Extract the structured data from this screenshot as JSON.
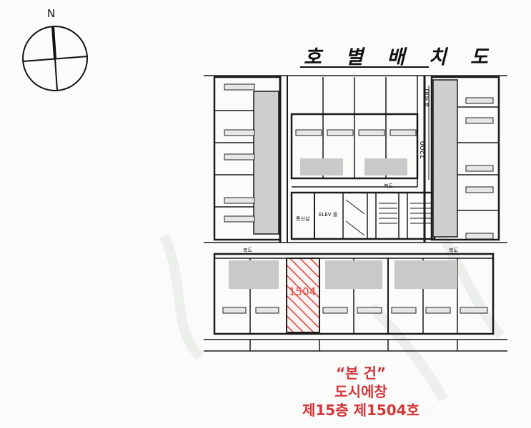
{
  "compass": {
    "north_label": "N"
  },
  "title": "호 별 배 치 도",
  "dimensions": {
    "upper": "4300",
    "lower": "7200"
  },
  "rooms": {
    "corridor": "복도",
    "comm_room": "통신실",
    "elevator_hall": "ELEV 홀",
    "highlighted_unit": "1504"
  },
  "caption": {
    "line1": "“본 건”",
    "line2": "도시에창",
    "line3": "제15층 제1504호"
  },
  "colors": {
    "highlight": "#e0433c",
    "caption": "#d3363a",
    "lines": "#1a1a1a"
  }
}
